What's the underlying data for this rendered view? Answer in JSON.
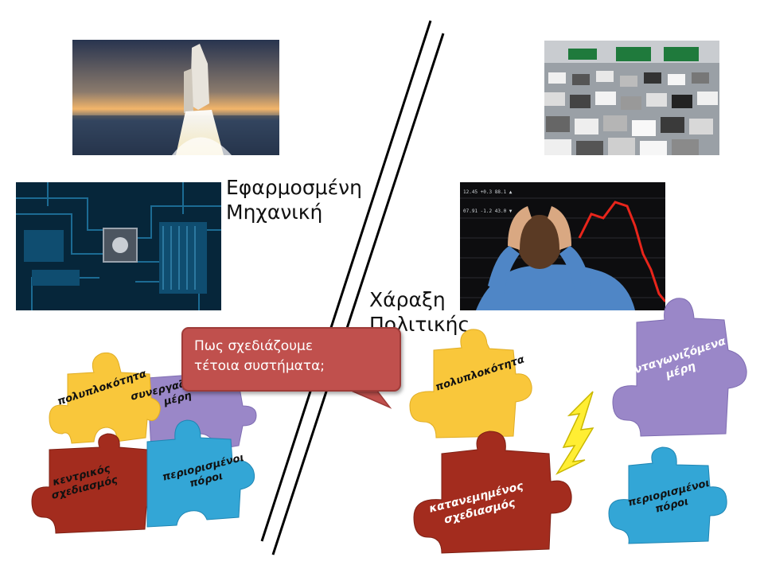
{
  "left_heading": "Εφαρμοσμένη\nΜηχανική",
  "right_heading": "Χάραξη\nΠολιτικής",
  "callout_text": "Πως σχεδιάζουμε\nτέτοια συστήματα;",
  "left_pieces": [
    {
      "label": "πολυπλοκότητα",
      "color": "#f9c73b"
    },
    {
      "label": "συνεργαζόμενα\nμέρη",
      "color": "#9a87c8"
    },
    {
      "label": "κεντρικός\nσχεδιασμός",
      "color": "#a32c1e"
    },
    {
      "label": "περιορισμένοι\nπόροι",
      "color": "#33a6d6"
    }
  ],
  "right_pieces": [
    {
      "label": "πολυπλοκότητα",
      "color": "#f9c73b"
    },
    {
      "label": "ανταγωνιζόμενα\nμέρη",
      "color": "#9a87c8"
    },
    {
      "label": "κατανεμημένος\nσχεδιασμός",
      "color": "#a32c1e"
    },
    {
      "label": "περιορισμένοι\nπόροι",
      "color": "#33a6d6"
    }
  ],
  "icons": {
    "rocket": "rocket-launch-photo",
    "circuit": "circuit-board-photo",
    "traffic": "traffic-jam-photo",
    "stress": "stressed-trader-photo",
    "lightning": "lightning-bolt-icon"
  }
}
